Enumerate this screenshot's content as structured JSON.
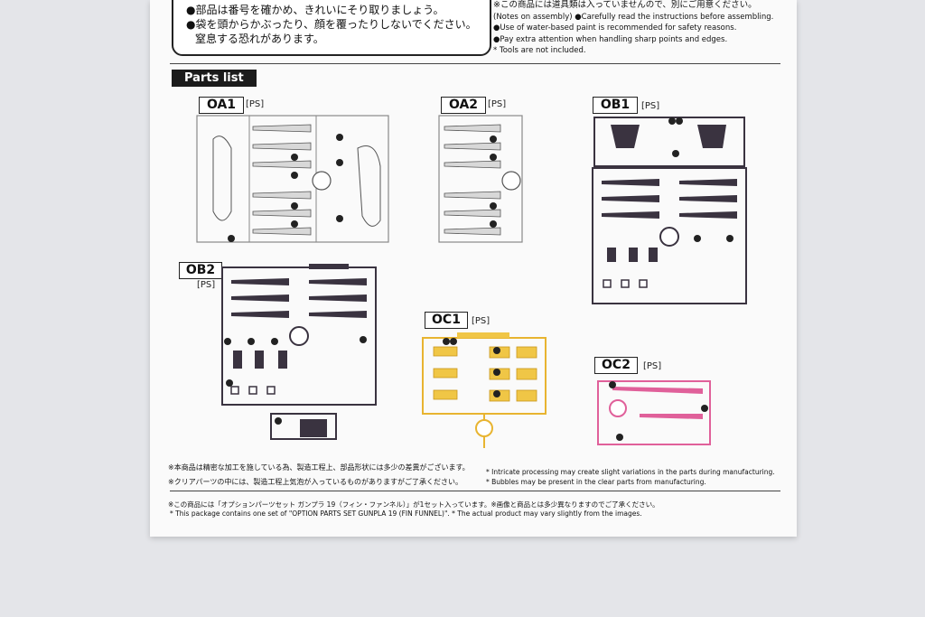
{
  "warnings": {
    "line1": "●部品は番号を確かめ、きれいにそり取りましょう。",
    "line2": "●袋を頭からかぶったり、顔を覆ったりしないでください。",
    "line3": "窒息する恐れがあります。"
  },
  "notes": {
    "jp": "※この商品には道具類は入っていませんので、別にご用意ください。",
    "line1": "(Notes on assembly) ●Carefully read the instructions before assembling.",
    "line2": "●Use of water-based paint is recommended for safety reasons.",
    "line3": "●Pay extra attention when handling sharp points and edges.",
    "line4": "* Tools are not included."
  },
  "parts_list_title": "Parts list",
  "runners": [
    {
      "id": "OA1",
      "material": "[PS]",
      "color": "#e8e8e8"
    },
    {
      "id": "OA2",
      "material": "[PS]",
      "color": "#e8e8e8"
    },
    {
      "id": "OB1",
      "material": "[PS]",
      "color": "#3a3340"
    },
    {
      "id": "OB2",
      "material": "[PS]",
      "color": "#3a3340"
    },
    {
      "id": "OC1",
      "material": "[PS]",
      "color": "#f0c646"
    },
    {
      "id": "OC2",
      "material": "[PS]",
      "color": "#e0609a"
    }
  ],
  "footnotes": {
    "jp1": "※本商品は精密な加工を施している為、製造工程上、部品形状には多少の差異がございます。",
    "jp2": "※クリアパーツの中には、製造工程上気泡が入っているものがありますがご了承ください。",
    "en1": "* Intricate processing may create slight variations in the parts during manufacturing.",
    "en2": "* Bubbles may be present in the clear parts from manufacturing.",
    "jp3": "※この商品には「オプションパーツセット ガンプラ 19（フィン・ファンネル）」が1セット入っています。※画像と商品とは多少異なりますのでご了承ください。",
    "en3": "* This package contains one set of \"OPTION PARTS SET GUNPLA 19 (FIN FUNNEL)\". * The actual product may vary slightly from the images."
  }
}
